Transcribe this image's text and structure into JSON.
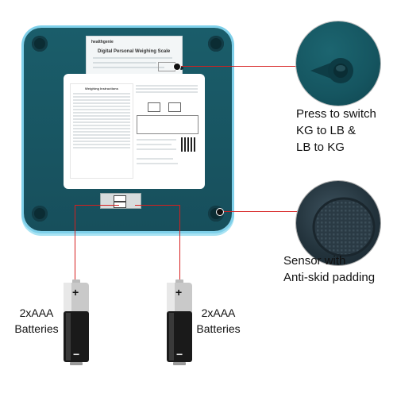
{
  "captions": {
    "switch_line1": "Press to switch",
    "switch_line2": "KG to LB &",
    "switch_line3": "LB to KG",
    "sensor_line1": "Sensor with",
    "sensor_line2": "Anti-skid padding",
    "battery_left_line1": "2xAAA",
    "battery_left_line2": "Batteries",
    "battery_right_line1": "2xAAA",
    "battery_right_line2": "Batteries"
  },
  "battery_symbols": {
    "plus": "+",
    "minus": "−"
  },
  "scale_label": {
    "brand": "healthgenie",
    "title": "Digital Personal Weighing Scale"
  },
  "instructions": {
    "heading": "Weighing Instructions"
  },
  "colors": {
    "scale_body": "#174f5c",
    "scale_rim": "#7fd0ea",
    "callout_line": "#d61f1f",
    "sensor_pad": "#22323b"
  },
  "icons": {
    "switch_button": "switch-button-icon",
    "sensor_pad": "sensor-pad-icon",
    "battery": "aaa-battery-icon"
  }
}
